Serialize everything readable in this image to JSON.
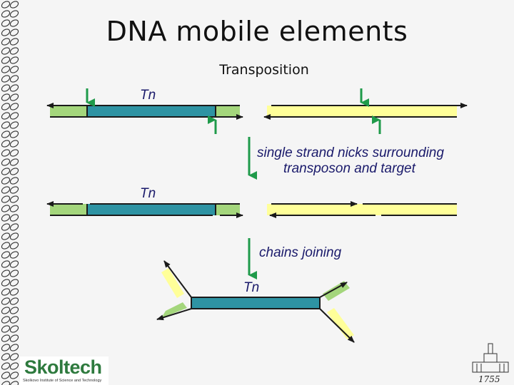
{
  "slide": {
    "title": "DNA mobile elements",
    "subtitle": "Transposition"
  },
  "diagram": {
    "tn_label": "Tn",
    "step1_label_line1": "single strand nicks surrounding",
    "step1_label_line2": "transposon and target",
    "step2_label": "chains joining",
    "colors": {
      "transposon": "#2e93a3",
      "flank": "#a4d67c",
      "target": "#ffff99",
      "arrow": "#1f9a4a",
      "strand": "#1a1a1a"
    }
  },
  "logo": {
    "name": "Skoltech",
    "tagline": "Skolkovo Institute of Science and Technology"
  },
  "emblem": {
    "year": "1755"
  }
}
